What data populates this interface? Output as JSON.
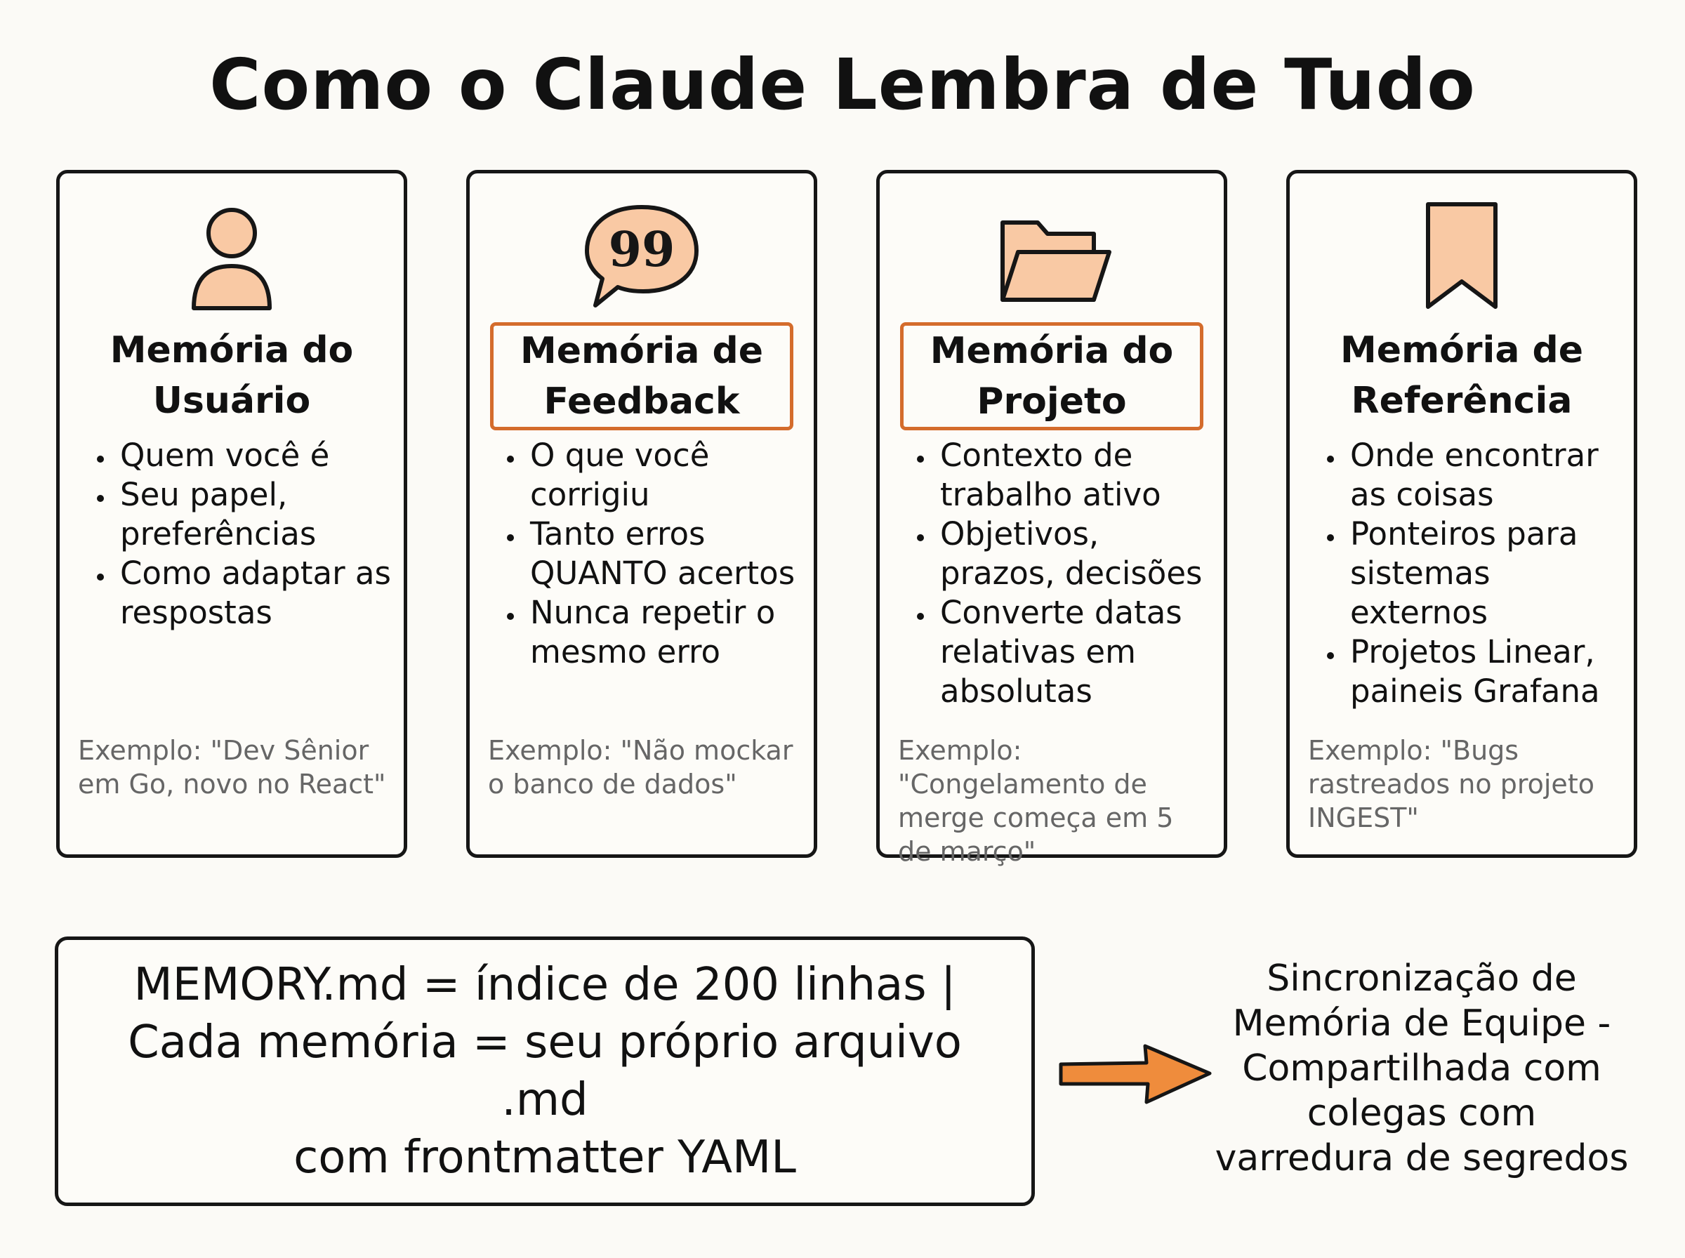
{
  "title": "Como o Claude Lembra de Tudo",
  "colors": {
    "accent": "#d46c2c",
    "icon_fill": "#f9c9a4",
    "ink": "#161616",
    "muted": "#666666"
  },
  "cards": [
    {
      "icon": "user-icon",
      "heading_line1": "Memória do",
      "heading_line2": "Usuário",
      "bullets": [
        "Quem você é",
        "Seu papel, preferências",
        "Como adaptar as respostas"
      ],
      "example": "Exemplo: \"Dev Sênior em Go, novo no React\""
    },
    {
      "icon": "speech-bubble-icon",
      "heading_line1": "Memória de",
      "heading_line2": "Feedback",
      "bullets": [
        "O que você corrigiu",
        "Tanto erros QUANTO acertos",
        "Nunca repetir o mesmo erro"
      ],
      "example": "Exemplo: \"Não mockar o banco de dados\""
    },
    {
      "icon": "folder-icon",
      "heading_line1": "Memória do",
      "heading_line2": "Projeto",
      "bullets": [
        "Contexto de trabalho ativo",
        "Objetivos, prazos, decisões",
        "Converte datas relativas em absolutas"
      ],
      "example": "Exemplo: \"Congelamento de merge começa em 5 de março\""
    },
    {
      "icon": "bookmark-icon",
      "heading_line1": "Memória de",
      "heading_line2": "Referência",
      "bullets": [
        "Onde encontrar as coisas",
        "Ponteiros para sistemas externos",
        "Projetos Linear, paineis Grafana"
      ],
      "example": "Exemplo: \"Bugs rastreados no projeto INGEST\""
    }
  ],
  "bottom": {
    "line1": "MEMORY.md = índice de 200 linhas |",
    "line2": "Cada memória = seu próprio arquivo .md",
    "line3": "com frontmatter YAML"
  },
  "sync": {
    "line1": "Sincronização de",
    "line2": "Memória de Equipe -",
    "line3": "Compartilhada com",
    "line4": "colegas com",
    "line5": "varredura de segredos"
  }
}
